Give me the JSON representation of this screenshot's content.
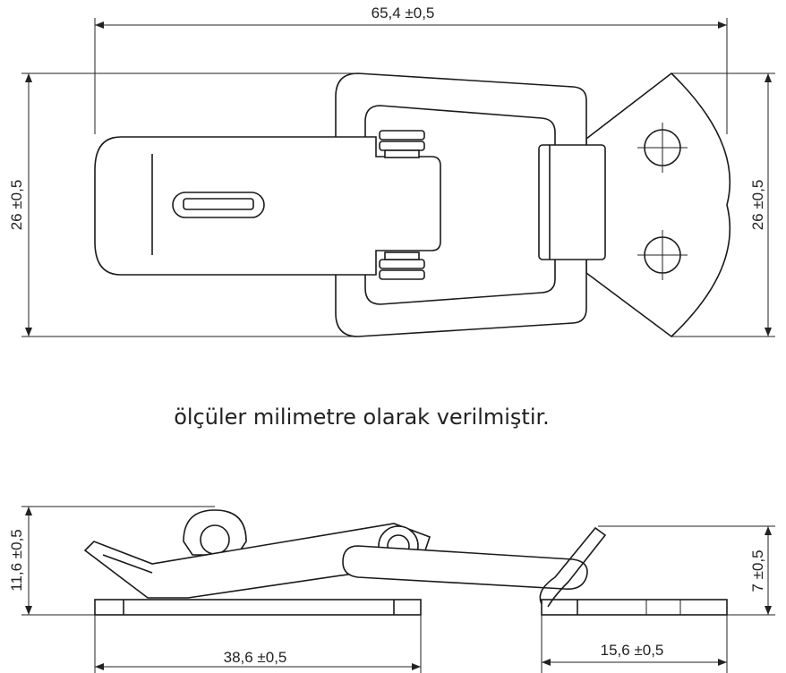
{
  "dimensions": {
    "total_length": "65,4 ±0,5",
    "height_left": "26 ±0,5",
    "height_right": "26 ±0,5",
    "side_height": "11,6 ±0,5",
    "side_right_height": "7 ±0,5",
    "base_length": "38,6 ±0,5",
    "plate_length": "15,6 ±0,5"
  },
  "caption": "ölçüler milimetre olarak verilmiştir."
}
